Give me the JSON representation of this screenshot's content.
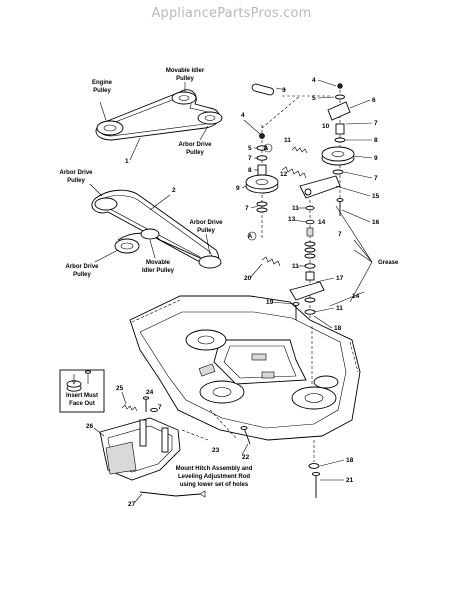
{
  "watermark": "AppliancePartsPros.com",
  "labels": {
    "engine_pulley": [
      "Engine",
      "Pulley"
    ],
    "movable_idler_top": [
      "Movable Idler",
      "Pulley"
    ],
    "arbor_drive_top": [
      "Arbor Drive",
      "Pulley"
    ],
    "arbor_drive_left": [
      "Arbor Drive",
      "Pulley"
    ],
    "arbor_drive_right": [
      "Arbor Drive",
      "Pulley"
    ],
    "arbor_drive_bottom": [
      "Arbor Drive",
      "Pulley"
    ],
    "movable_idler_bottom": [
      "Movable",
      "Idler Pulley"
    ],
    "grease": "Grease",
    "insert_note": [
      "Insert Must",
      "Face Out"
    ],
    "mount_note": [
      "Mount Hitch Assembly and",
      "Leveling Adjustment Rod",
      "using lower set of holes"
    ],
    "callout_a": "A"
  },
  "callouts": [
    "1",
    "2",
    "3",
    "4",
    "5",
    "6",
    "7",
    "8",
    "9",
    "10",
    "11",
    "12",
    "13",
    "14",
    "15",
    "16",
    "17",
    "18",
    "19",
    "20",
    "21",
    "22",
    "23",
    "24",
    "25",
    "26",
    "27"
  ]
}
